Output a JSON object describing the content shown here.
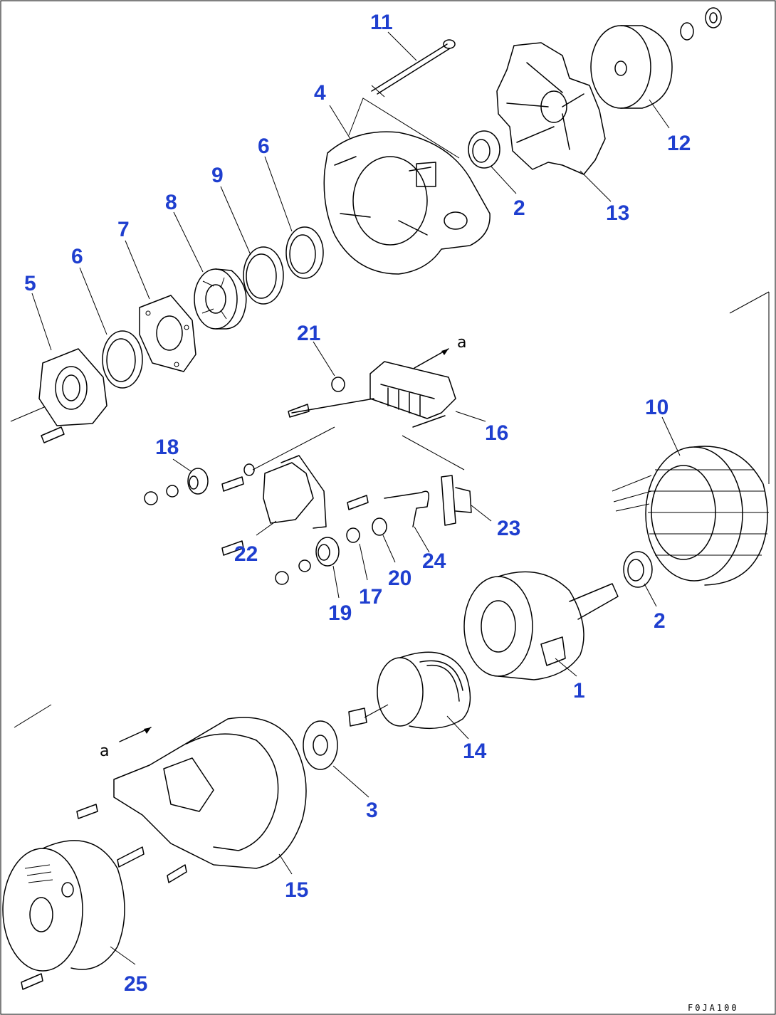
{
  "drawing": {
    "code": "F0JA100",
    "view_marker": "a"
  },
  "callouts": [
    {
      "id": "c11",
      "label": "11"
    },
    {
      "id": "c4",
      "label": "4"
    },
    {
      "id": "c12",
      "label": "12"
    },
    {
      "id": "c6a",
      "label": "6"
    },
    {
      "id": "c9",
      "label": "9"
    },
    {
      "id": "c2a",
      "label": "2"
    },
    {
      "id": "c13",
      "label": "13"
    },
    {
      "id": "c8",
      "label": "8"
    },
    {
      "id": "c7",
      "label": "7"
    },
    {
      "id": "c6b",
      "label": "6"
    },
    {
      "id": "c5",
      "label": "5"
    },
    {
      "id": "c21",
      "label": "21"
    },
    {
      "id": "c16",
      "label": "16"
    },
    {
      "id": "c10",
      "label": "10"
    },
    {
      "id": "c18",
      "label": "18"
    },
    {
      "id": "c23",
      "label": "23"
    },
    {
      "id": "c22",
      "label": "22"
    },
    {
      "id": "c24",
      "label": "24"
    },
    {
      "id": "c20",
      "label": "20"
    },
    {
      "id": "c17",
      "label": "17"
    },
    {
      "id": "c19",
      "label": "19"
    },
    {
      "id": "c2b",
      "label": "2"
    },
    {
      "id": "c1",
      "label": "1"
    },
    {
      "id": "c14",
      "label": "14"
    },
    {
      "id": "c3",
      "label": "3"
    },
    {
      "id": "c15",
      "label": "15"
    },
    {
      "id": "c25",
      "label": "25"
    }
  ]
}
